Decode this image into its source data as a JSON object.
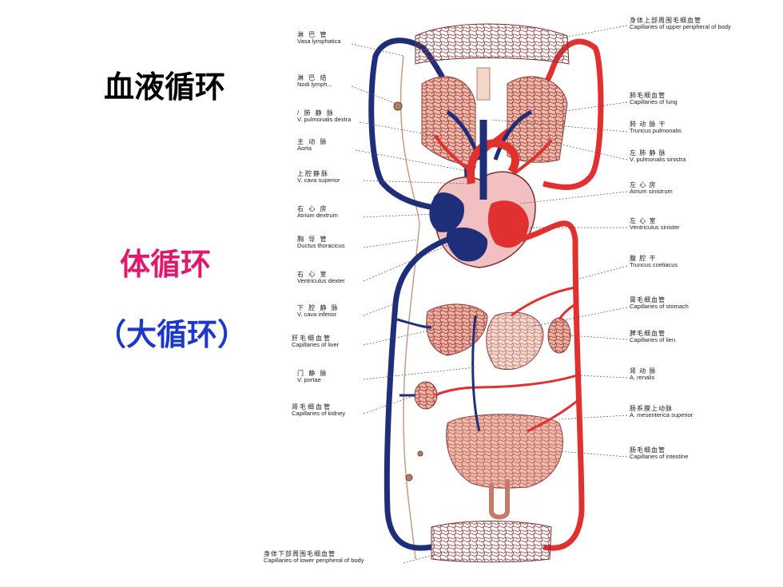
{
  "slide": {
    "title": "血液循环",
    "subtitle_primary": "体循环",
    "subtitle_secondary": "（大循环）",
    "colors": {
      "title": "#000000",
      "primary": "#e2186e",
      "secondary": "#1c38c8",
      "artery": "#e03030",
      "vein": "#1f2e78",
      "label_text": "#222222"
    }
  },
  "labels_left": [
    {
      "zh": "淋 巴 管",
      "en": "Vasa lymphatica"
    },
    {
      "zh": "淋 巴 结",
      "en": "Nodi lymph..."
    },
    {
      "zh": "/ 肺 静 脉",
      "en": "V. pulmonalis dextra"
    },
    {
      "zh": "主 动 脉",
      "en": "Aorta"
    },
    {
      "zh": "上腔静脉",
      "en": "V. cava superior"
    },
    {
      "zh": "右 心 房",
      "en": "Atrium dextrum"
    },
    {
      "zh": "胸 导 管",
      "en": "Ductus thoracicus"
    },
    {
      "zh": "右 心 室",
      "en": "Ventriculus dexter"
    },
    {
      "zh": "下 腔 静 脉",
      "en": "V. cava inferior"
    },
    {
      "zh": "肝毛细血管",
      "en": "Capillaries of liver"
    },
    {
      "zh": "门 静 脉",
      "en": "V. portae"
    },
    {
      "zh": "肾毛细血管",
      "en": "Capillaries of kidney"
    }
  ],
  "labels_right": [
    {
      "zh": "身体上部周围毛细血管",
      "en": "Capillaries of upper peripheral of body"
    },
    {
      "zh": "肺毛细血管",
      "en": "Capillaries of lung"
    },
    {
      "zh": "肺 动 脉 干",
      "en": "Truncus pulmonalis"
    },
    {
      "zh": "左 肺 静 脉",
      "en": "V. pulmonalis sinistra"
    },
    {
      "zh": "左 心 房",
      "en": "Atrium sinistrum"
    },
    {
      "zh": "左 心 室",
      "en": "Ventriculus sinister"
    },
    {
      "zh": "腹 腔 干",
      "en": "Truncus coeliacus"
    },
    {
      "zh": "胃毛细血管",
      "en": "Capillaries of stomach"
    },
    {
      "zh": "脾毛细血管",
      "en": "Capillaries of lien"
    },
    {
      "zh": "肾 动 脉",
      "en": "A. renalis"
    },
    {
      "zh": "肠系膜上动脉",
      "en": "A. mesenterica superior"
    },
    {
      "zh": "肠毛细血管",
      "en": "Capillaries of intestine"
    }
  ],
  "label_bottom": {
    "zh": "身体下部周围毛细血管",
    "en": "Capillaries of lower peripheral of body"
  }
}
